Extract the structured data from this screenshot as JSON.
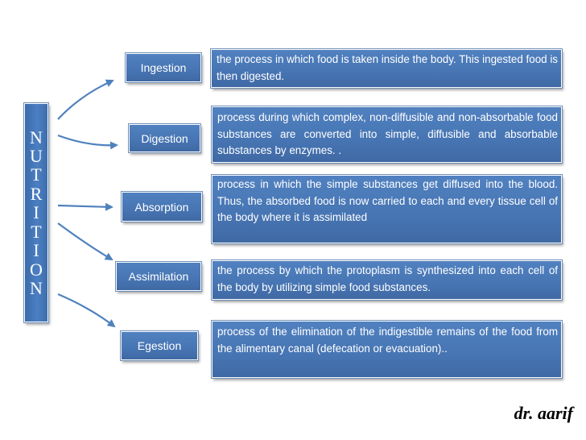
{
  "nutrition_letters": [
    "N",
    "U",
    "T",
    "R",
    "I",
    "T",
    "I",
    "O",
    "N"
  ],
  "stages": [
    {
      "label": "Ingestion",
      "description": "the process in which food is taken inside the body. This ingested food is then digested."
    },
    {
      "label": "Digestion",
      "description": "process during which complex, non-diffusible and non-absorbable food substances are converted into simple, diffusible and absorbable substances by enzymes. ."
    },
    {
      "label": "Absorption",
      "description": "process in which the simple substances get diffused into the blood. Thus, the absorbed food is now carried to each and every tissue cell of the body where it is assimilated"
    },
    {
      "label": "Assimilation",
      "description": "the process by which the protoplasm is synthesized into each cell of the body by utilizing simple food substances."
    },
    {
      "label": "Egestion",
      "description": "process of the elimination of the indigestible remains of the food from the alimentary canal (defecation or evacuation).."
    }
  ],
  "signature": "dr. aarif",
  "colors": {
    "box_fill": "#4a7ab8",
    "arrow": "#4f81bd",
    "text": "#ffffff"
  }
}
